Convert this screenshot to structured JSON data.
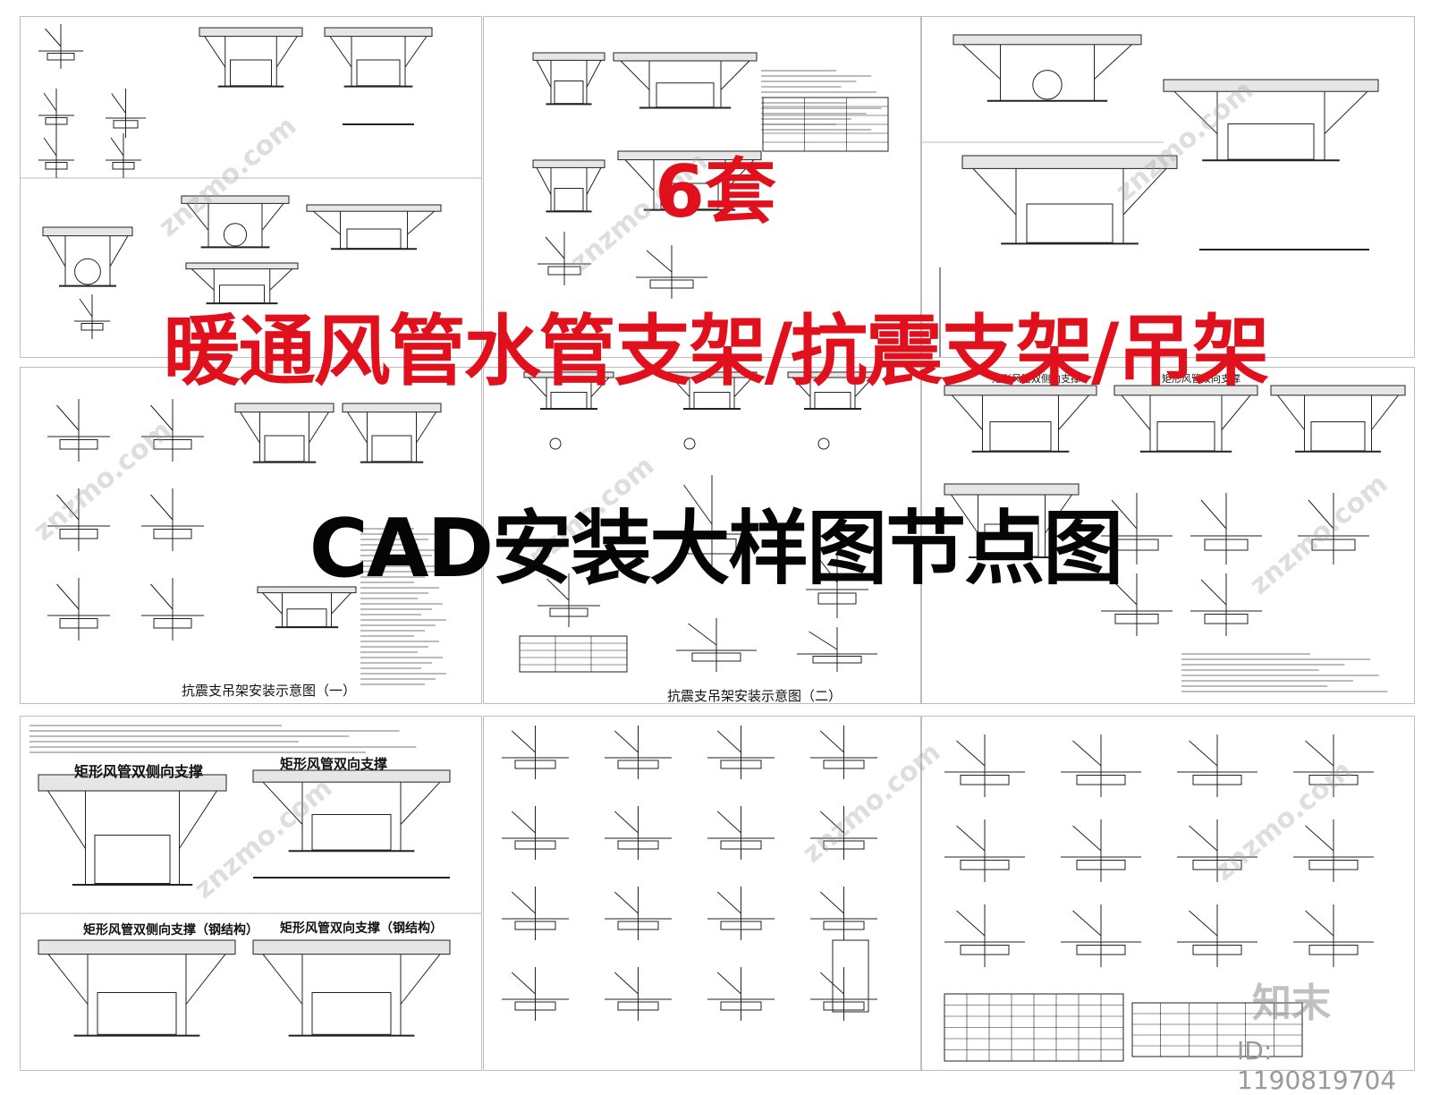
{
  "headline": {
    "count": "6套",
    "main": "暖通风管水管支架/抗震支架/吊架",
    "sub": "CAD安装大样图节点图"
  },
  "sheets": {
    "seismic_one": "抗震支吊架安装示意图（一）",
    "seismic_two": "抗震支吊架安装示意图（二）",
    "rect_side": "矩形风管双侧向支撑",
    "rect_both": "矩形风管双向支撑",
    "rect_side_steel": "矩形风管双侧向支撑（钢结构）",
    "rect_both_steel": "矩形风管双向支撑（钢结构）"
  },
  "watermark": {
    "text": "znzmo.com",
    "logo": "知末",
    "id": "ID: 1190819704"
  },
  "colors": {
    "headline_red": "#e0101c",
    "headline_black": "#050505",
    "drawing_line": "#222222"
  }
}
